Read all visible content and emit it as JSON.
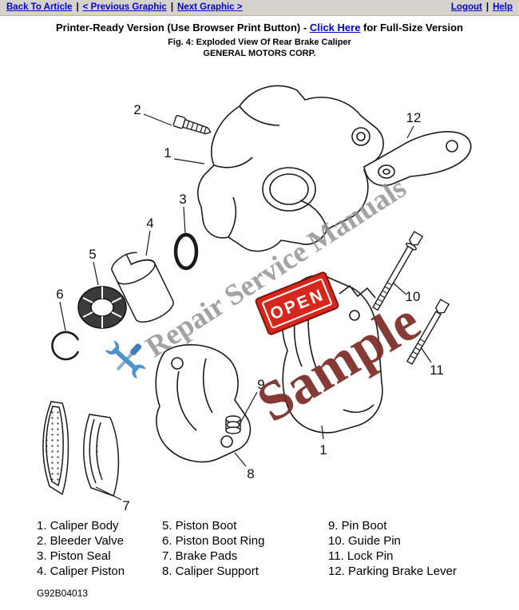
{
  "header": {
    "back_to_article": "Back To Article",
    "previous_graphic": "< Previous Graphic",
    "next_graphic": "Next Graphic >",
    "logout": "Logout",
    "help": "Help",
    "separator": "|"
  },
  "title": {
    "prefix": "Printer-Ready Version (Use Browser Print Button) - ",
    "link_text": "Click Here",
    "suffix": " for Full-Size Version"
  },
  "figure": {
    "caption": "Fig. 4: Exploded View Of Rear Brake Caliper",
    "company": "GENERAL MOTORS CORP.",
    "code": "G92B04013"
  },
  "diagram": {
    "parts": {
      "caliper_body": "1",
      "bleeder_valve": "2",
      "piston_seal": "3",
      "caliper_piston": "4",
      "piston_boot": "5",
      "piston_boot_ring": "6",
      "brake_pads": "7",
      "caliper_support": "8",
      "pin_boot": "9",
      "guide_pin": "10",
      "lock_pin": "11",
      "parking_brake_lever": "12",
      "caliper_body_lower": "1"
    },
    "watermark": {
      "text1": "Repair Service Manuals",
      "text2": "Sample",
      "sign_text": "OPEN"
    }
  },
  "legend": {
    "columns": [
      {
        "items": [
          "1. Caliper Body",
          "2. Bleeder Valve",
          "3. Piston Seal",
          "4. Caliper Piston"
        ]
      },
      {
        "items": [
          "5. Piston Boot",
          "6. Piston Boot Ring",
          "7. Brake Pads",
          "8. Caliper Support"
        ]
      },
      {
        "items": [
          "9. Pin Boot",
          "10. Guide Pin",
          "11. Lock Pin",
          "12. Parking Brake Lever"
        ]
      }
    ]
  },
  "colors": {
    "link": "#0000cc",
    "topbar_bg": "#d6d3ce",
    "watermark_gray": "#8f8f8f",
    "watermark_red": "#7b2a24",
    "sign_red": "#d7271d"
  }
}
